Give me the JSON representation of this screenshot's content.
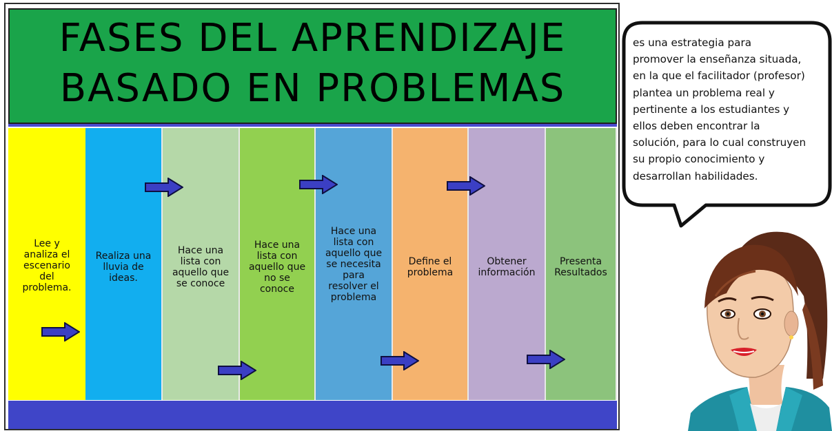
{
  "title": {
    "line1": "FASES DEL APRENDIZAJE",
    "line2": "BASADO EN PROBLEMAS"
  },
  "phases": [
    {
      "label": "Lee y\nanaliza el\nescenario\ndel\nproblema.",
      "color": "#ffff00"
    },
    {
      "label": "Realiza una\nlluvia de\nideas.",
      "color": "#12aeef"
    },
    {
      "label": "Hace una\nlista con\naquello que\nse conoce",
      "color": "#b5d8a8"
    },
    {
      "label": "Hace una\nlista con\naquello que\nno se\nconoce",
      "color": "#92d050"
    },
    {
      "label": "Hace una\nlista con\naquello que\nse necesita\npara\nresolver el\nproblema",
      "color": "#55a5d8"
    },
    {
      "label": "Define el\nproblema",
      "color": "#f5b36e"
    },
    {
      "label": "Obtener\ninformación",
      "color": "#bba9cf"
    },
    {
      "label": "Presenta\nResultados",
      "color": "#8cc37c"
    }
  ],
  "colors": {
    "title_band": "#1aa44a",
    "footer_band": "#3f45c8",
    "arrow_fill": "#3b3fc4"
  },
  "speech_bubble": {
    "text": " es una estrategia para\npromover la enseñanza situada,\nen la que el facilitador (profesor)\nplantea un problema real y\npertinente a los estudiantes y\nellos deben encontrar la\nsolución, para lo cual construyen\nsu propio conocimiento y\ndesarrollan habilidades."
  },
  "icons": {
    "arrow": "right-arrow-icon",
    "presenter": "woman-presenter-illustration"
  }
}
